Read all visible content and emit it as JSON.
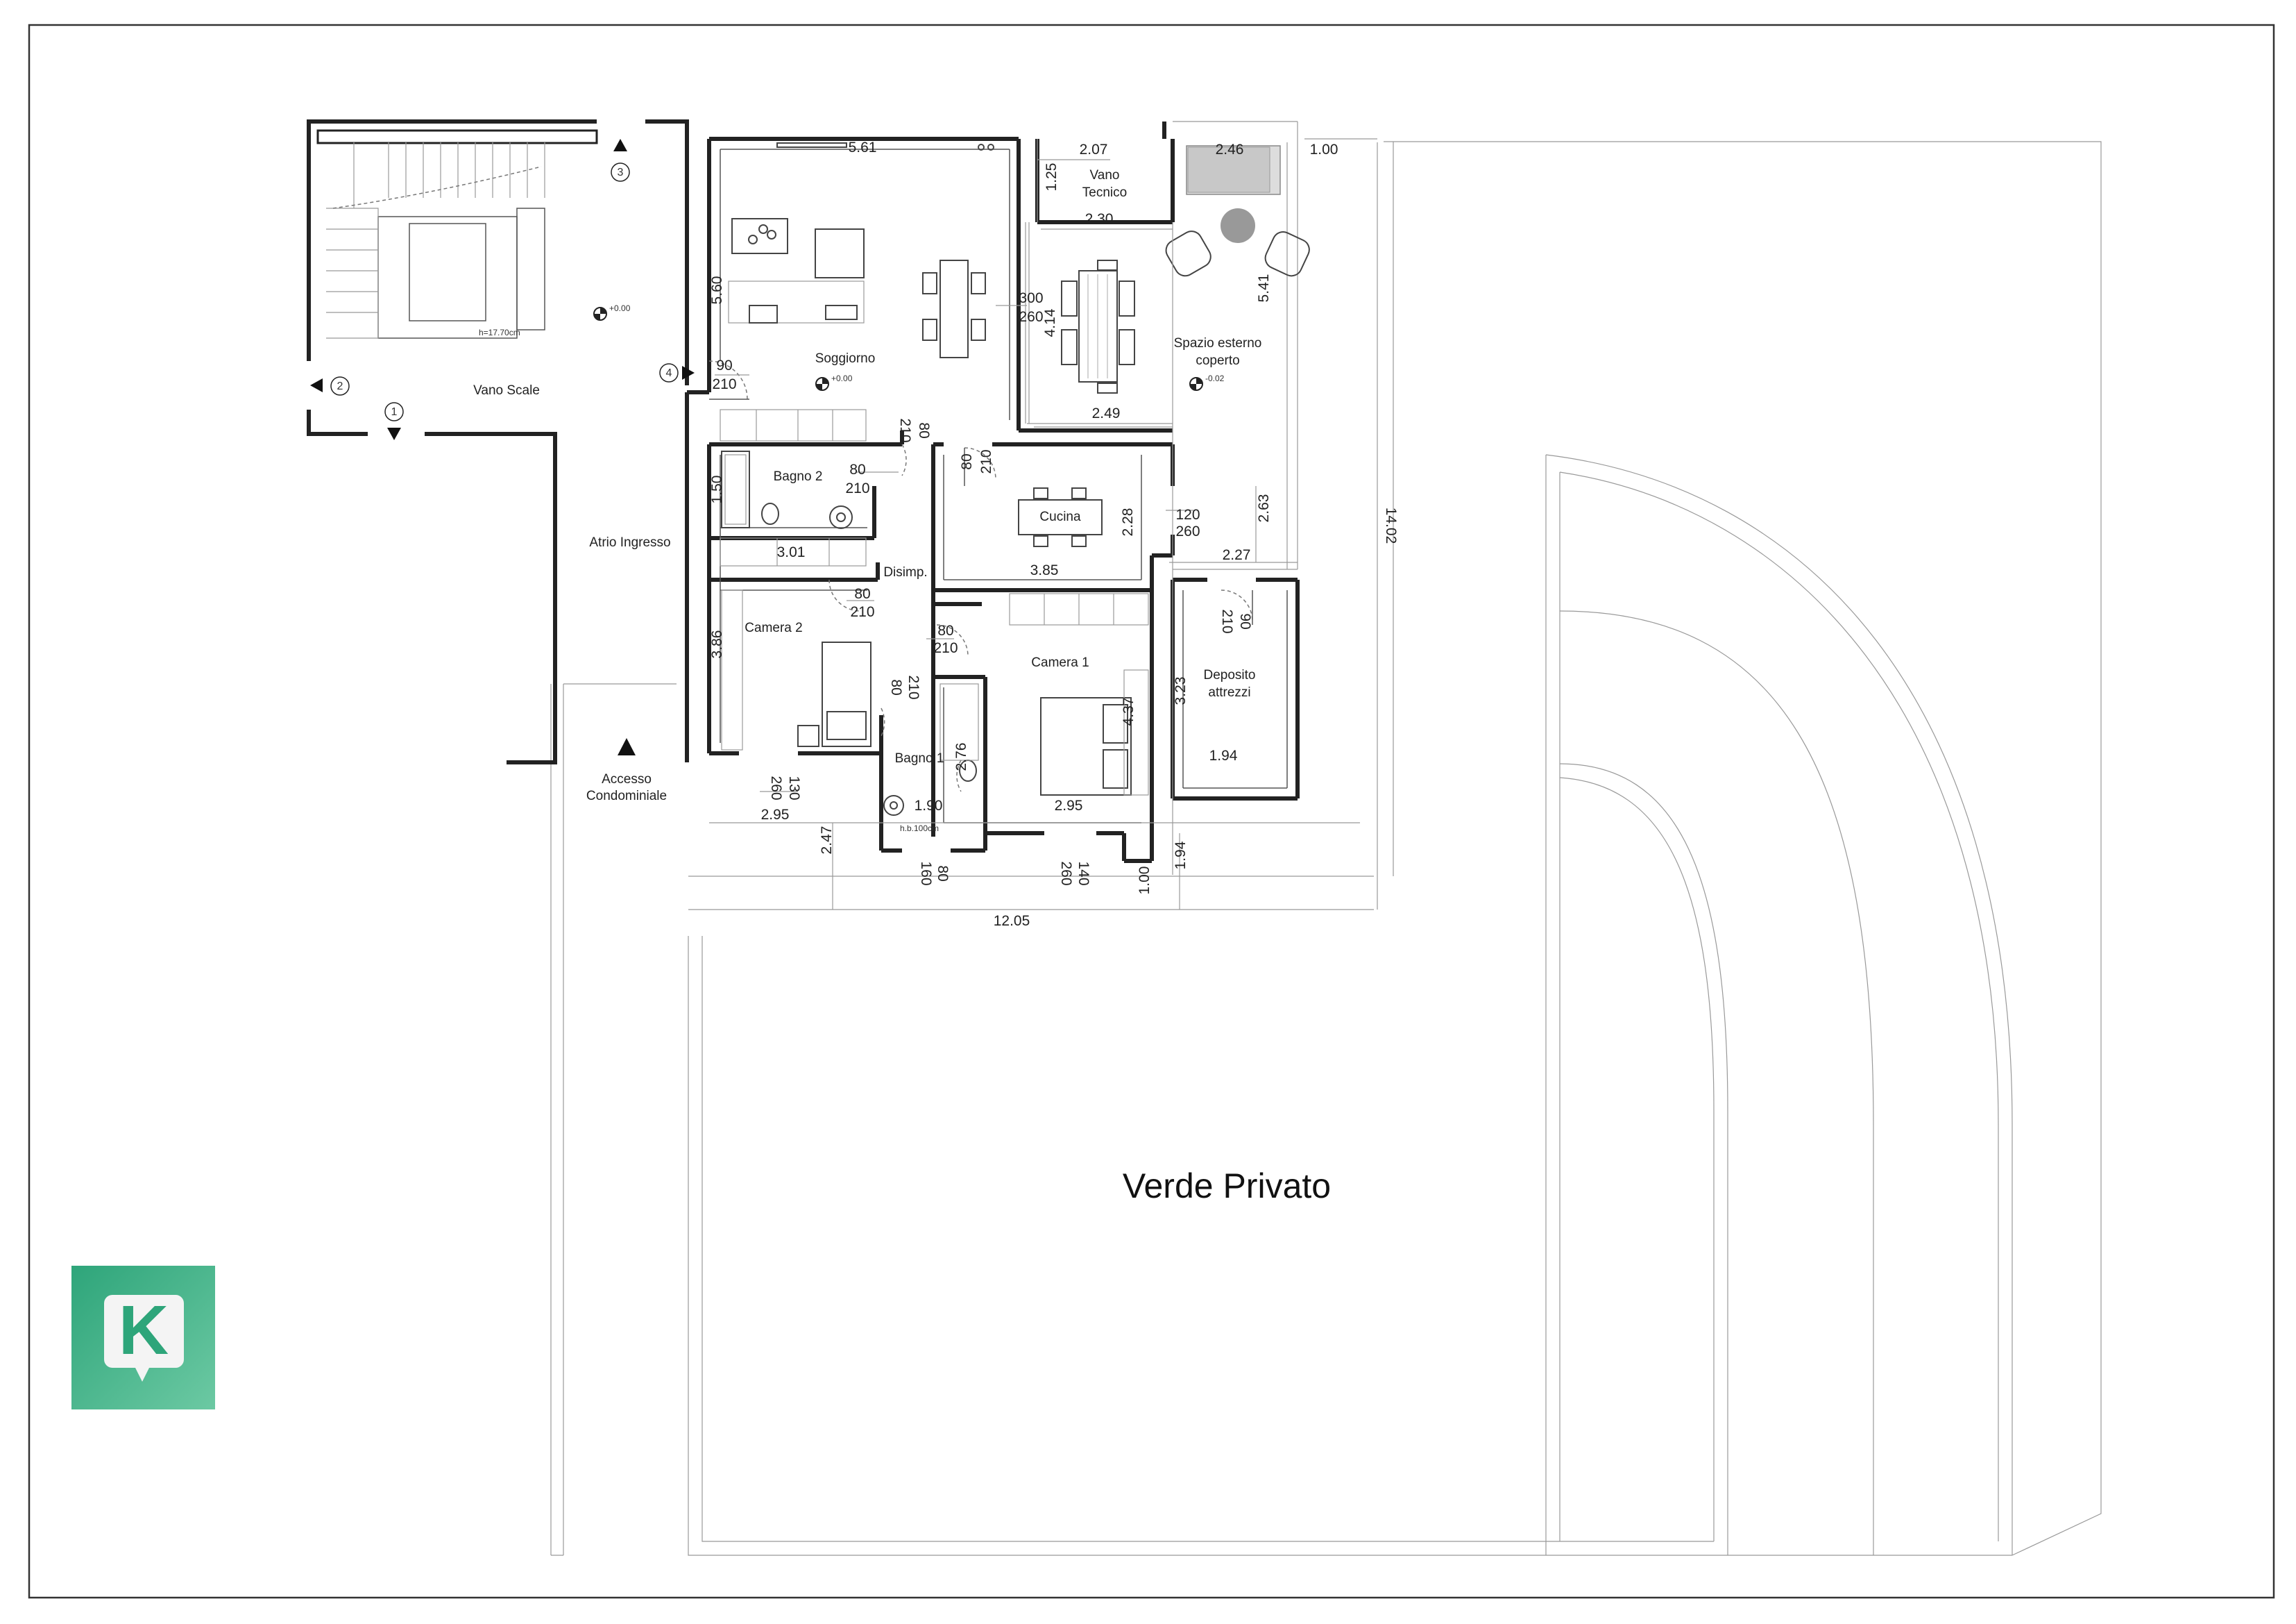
{
  "rooms": {
    "vano_scale": "Vano Scale",
    "atrio": "Atrio Ingresso",
    "accesso_1": "Accesso",
    "accesso_2": "Condominiale",
    "soggiorno": "Soggiorno",
    "bagno2": "Bagno 2",
    "disimp": "Disimp.",
    "camera2": "Camera 2",
    "camera1": "Camera 1",
    "bagno1": "Bagno 1",
    "cucina": "Cucina",
    "vano_tecnico_1": "Vano",
    "vano_tecnico_2": "Tecnico",
    "spazio_1": "Spazio esterno",
    "spazio_2": "coperto",
    "deposito_1": "Deposito",
    "deposito_2": "attrezzi",
    "verde": "Verde Privato"
  },
  "levels": {
    "stair": "+0.00",
    "soggiorno": "+0.00",
    "esterno": "-0.02"
  },
  "markers": [
    "1",
    "2",
    "3",
    "4"
  ],
  "dims": {
    "d561": "5.61",
    "d560": "5.60",
    "d207": "2.07",
    "d125": "1.25",
    "d246": "2.46",
    "d100a": "1.00",
    "d230": "2.30",
    "d541": "5.41",
    "d414": "4.14",
    "d300": "300",
    "d260a": "260",
    "d249": "2.49",
    "d90a": "90",
    "d210a": "210",
    "d80a": "80",
    "d210b": "210",
    "d80b": "80",
    "d210c": "210",
    "d150": "1.50",
    "d80c": "80",
    "d210d": "210",
    "d301": "3.01",
    "d120": "120",
    "d260b": "260",
    "d228": "2.28",
    "d263": "2.63",
    "d227": "2.27",
    "d385": "3.85",
    "d80d": "80",
    "d210e": "210",
    "d80e": "80",
    "d210f": "210",
    "d386": "3.86",
    "d80f": "80",
    "d210g": "210",
    "d90b": "90",
    "d210h": "210",
    "d323": "3.23",
    "d437": "4.37",
    "d276": "2.76",
    "d194a": "1.94",
    "d190": "1.90",
    "d295a": "2.95",
    "d130": "130",
    "d260c": "260",
    "d295b": "2.95",
    "d247": "2.47",
    "d160": "160",
    "d80g": "80",
    "d140": "140",
    "d260d": "260",
    "d100b": "1.00",
    "d194b": "1.94",
    "d1205": "12.05",
    "d1402": "14.02"
  },
  "notes": {
    "stair_note": "h=17.70cm",
    "sill_note": "h.b.100cm"
  },
  "logo": {
    "letter": "K",
    "color": "#3fb58a"
  }
}
